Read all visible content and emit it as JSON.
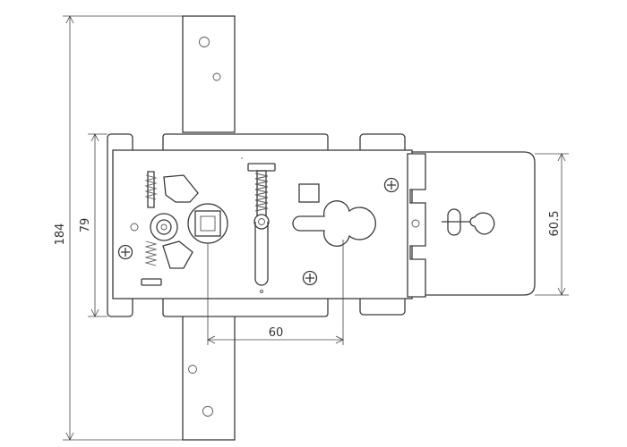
{
  "dimensions": {
    "overall_height": "184",
    "case_height": "79",
    "spindle_to_keyhole": "60",
    "cover_plate_height": "60.5"
  }
}
